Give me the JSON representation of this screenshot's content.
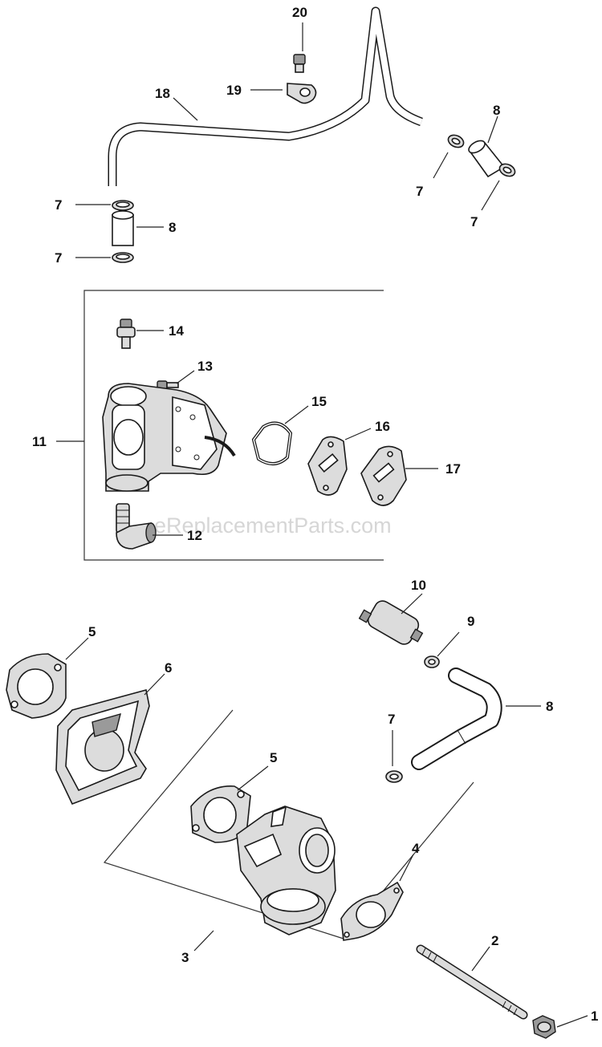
{
  "watermark": "eReplacementParts.com",
  "callouts": [
    {
      "key": "c20",
      "text": "20"
    },
    {
      "key": "c19",
      "text": "19"
    },
    {
      "key": "c18",
      "text": "18"
    },
    {
      "key": "c8a",
      "text": "8"
    },
    {
      "key": "c7a",
      "text": "7"
    },
    {
      "key": "c7b",
      "text": "7"
    },
    {
      "key": "c7c",
      "text": "7"
    },
    {
      "key": "c8b",
      "text": "8"
    },
    {
      "key": "c7d",
      "text": "7"
    },
    {
      "key": "c14",
      "text": "14"
    },
    {
      "key": "c13",
      "text": "13"
    },
    {
      "key": "c15",
      "text": "15"
    },
    {
      "key": "c16",
      "text": "16"
    },
    {
      "key": "c11",
      "text": "11"
    },
    {
      "key": "c17",
      "text": "17"
    },
    {
      "key": "c12",
      "text": "12"
    },
    {
      "key": "c10",
      "text": "10"
    },
    {
      "key": "c9",
      "text": "9"
    },
    {
      "key": "c5a",
      "text": "5"
    },
    {
      "key": "c6",
      "text": "6"
    },
    {
      "key": "c8c",
      "text": "8"
    },
    {
      "key": "c7e",
      "text": "7"
    },
    {
      "key": "c5b",
      "text": "5"
    },
    {
      "key": "c4",
      "text": "4"
    },
    {
      "key": "c3",
      "text": "3"
    },
    {
      "key": "c2",
      "text": "2"
    },
    {
      "key": "c1",
      "text": "1"
    }
  ]
}
